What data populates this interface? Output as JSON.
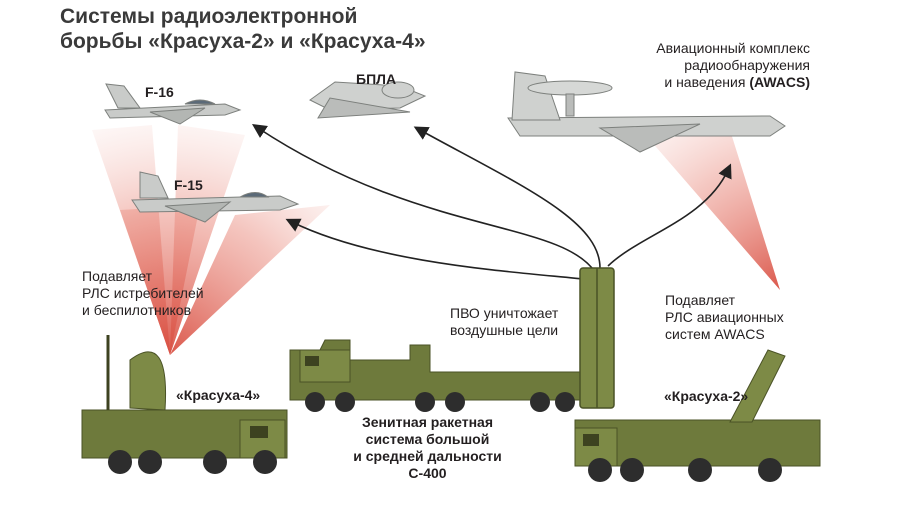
{
  "title": {
    "line1": "Системы радиоэлектронной",
    "line2": "борьбы «Красуха-2» и «Красуха-4»"
  },
  "aircraft": {
    "f16": "F-16",
    "f15": "F-15",
    "uav": "БПЛА",
    "awacs_line1": "Авиационный комплекс",
    "awacs_line2": "радиообнаружения",
    "awacs_line3_prefix": "и наведения ",
    "awacs_line3_bold": "(AWACS)"
  },
  "annotations": {
    "left_line1": "Подавляет",
    "left_line2": "РЛС истребителей",
    "left_line3": "и беспилотников",
    "right_line1": "Подавляет",
    "right_line2": "РЛС авиационных",
    "right_line3": "систем AWACS",
    "center_line1": "ПВО уничтожает",
    "center_line2": "воздушные цели"
  },
  "vehicles": {
    "krasukha4": "«Красуха-4»",
    "krasukha2": "«Красуха-2»",
    "s400_line1": "Зенитная ракетная",
    "s400_line2": "система большой",
    "s400_line3": "и средней дальности",
    "s400_line4": "С-400"
  },
  "colors": {
    "vehicle_green": "#6e7a3c",
    "vehicle_dark": "#4a5226",
    "aircraft_gray": "#c9cbc9",
    "beam_red": "#e07a6e"
  }
}
